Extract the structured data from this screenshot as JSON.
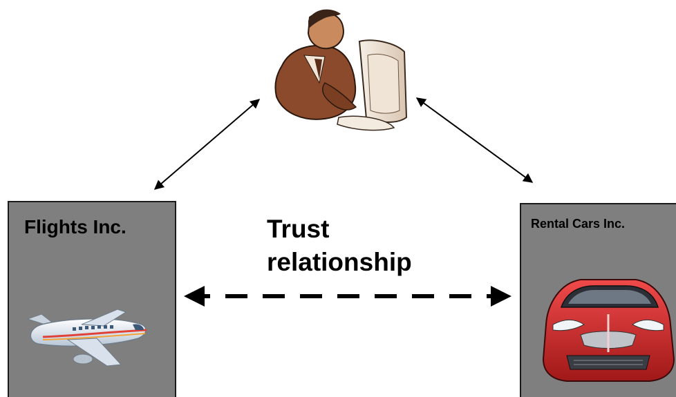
{
  "nodes": {
    "left": {
      "label": "Flights Inc.",
      "icon": "airplane-icon"
    },
    "right": {
      "label": "Rental Cars Inc.",
      "icon": "race-car-icon"
    },
    "user": {
      "icon": "user-at-computer-icon"
    }
  },
  "edges": {
    "trust": {
      "label_line1": "Trust",
      "label_line2": "relationship",
      "style": "dashed-bidirectional"
    },
    "user_left": {
      "style": "solid-bidirectional"
    },
    "user_right": {
      "style": "solid-bidirectional"
    }
  },
  "colors": {
    "box_fill": "#7f7f7f",
    "box_border": "#1a1a1a",
    "arrow": "#000000",
    "suit": "#8b4a2b",
    "car": "#d42a2a",
    "plane_stripe": "#e0423a",
    "plane_body": "#eef3f8"
  }
}
